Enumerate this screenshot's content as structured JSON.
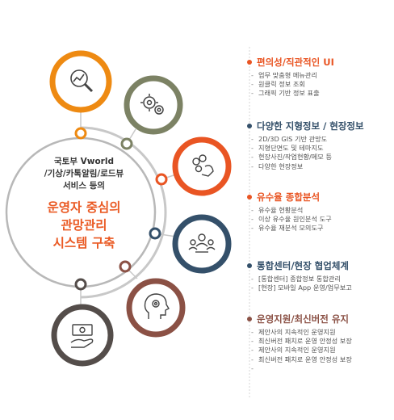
{
  "center": {
    "lines": [
      "국토부 Vworld",
      "/기상/카톡알림/로드뷰",
      "서비스 등의"
    ],
    "headline": [
      "운영자 중심의",
      "관망관리",
      "시스템 구축"
    ]
  },
  "colors": {
    "orange": "#ee8a12",
    "olive": "#7c8264",
    "red_orange": "#e95523",
    "navy": "#34506a",
    "brown": "#8b5145",
    "dark_gray": "#544d4a",
    "ring": "#c8c8c8",
    "text_dark": "#333333",
    "headline": "#ea5a24"
  },
  "nodes": [
    {
      "icon": "search-analysis-icon",
      "color": "#ee8a12"
    },
    {
      "icon": "gears-icon",
      "color": "#7c8264"
    },
    {
      "icon": "coin-hand-icon",
      "color": "#e95523"
    },
    {
      "icon": "team-network-icon",
      "color": "#34506a"
    },
    {
      "icon": "head-gear-icon",
      "color": "#8b5145"
    },
    {
      "icon": "money-hand-icon",
      "color": "#544d4a"
    }
  ],
  "sections": [
    {
      "title": "편의성/직관적인 UI",
      "color": "#e95523",
      "items": [
        "업무 맞춤형 메뉴관리",
        "원클릭 정보 조회",
        "그래픽 기반 정보 표출"
      ]
    },
    {
      "title": "다양한 지형정보 / 현장정보",
      "color": "#34506a",
      "items": [
        "2D/3D GIS 기반 관망도",
        "지형단면도 및 테마지도",
        "현장사진/작업현황/메모 등",
        "다양한 현장정보"
      ]
    },
    {
      "title": "유수율 종합분석",
      "color": "#e95523",
      "items": [
        "유수율 현황분석",
        "이상 유수율 원인분석 도구",
        "유수율 재분석 모의도구"
      ]
    },
    {
      "title": "통합센터/현장 협업체계",
      "color": "#34506a",
      "items": [
        "[통합센터] 종합정보 통합관리",
        "[현장] 모바일 App 운영/업무보고"
      ]
    },
    {
      "title": "운영지원/최신버전 유지",
      "color": "#8b5145",
      "items": [
        "제안사의 지속적인 운영지원",
        "최신버전 패치로 운영 안정성 보장",
        "제안사의 지속적인 운영지원",
        "최신버전 패치로 운영 안정성 보장",
        ""
      ]
    }
  ]
}
